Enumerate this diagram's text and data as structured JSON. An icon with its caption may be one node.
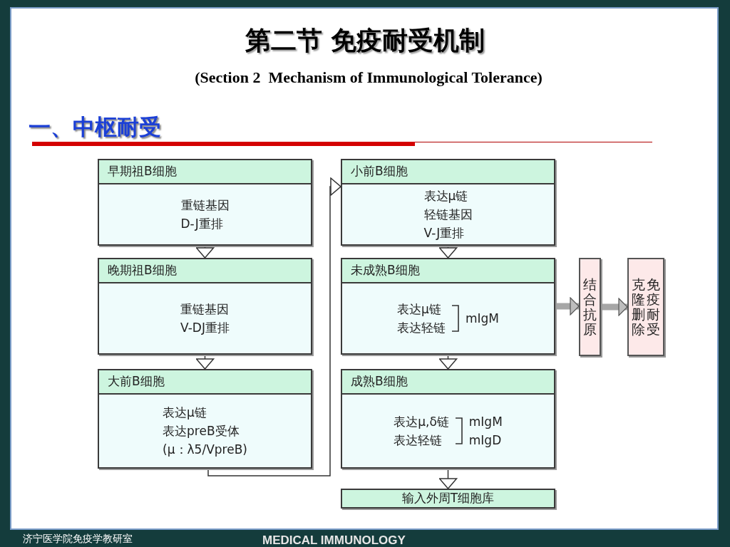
{
  "diagram": {
    "title": "第二节  免疫耐受机制",
    "nodes": [
      {
        "text": [
          "早期祖B细胞",
          "重链基因",
          "D-J重排"
        ]
      },
      {
        "text": [
          "晚期祖B细胞",
          "重链基因",
          "V-DJ重排"
        ]
      },
      {
        "text": [
          "大前B细胞",
          "表达μ链",
          "表达preB受体",
          "(μ：λ5/VpreB)"
        ]
      },
      {
        "text": [
          "小前B细胞",
          "表达μ链",
          "轻链基因",
          "V-J重排"
        ]
      },
      {
        "text": [
          "未成熟B细胞",
          "表达μ链",
          "表达轻链",
          "mIgM"
        ]
      },
      {
        "text": [
          "成熟B细胞",
          "表达μ,δ链",
          "表达轻链",
          "mIgM",
          "mIgD"
        ]
      },
      {
        "text": [
          "输入外周T细胞库"
        ]
      },
      {
        "text": [
          "结合抗原"
        ]
      },
      {
        "text": [
          "克隆删除",
          "免疫耐受"
        ]
      }
    ],
    "edges": [
      {
        "from": 0,
        "to": 1,
        "arrow": "to"
      },
      {
        "from": 1,
        "to": 2,
        "arrow": "to"
      },
      {
        "from": 2,
        "to": 3,
        "arrow": "to"
      },
      {
        "from": 3,
        "to": 4,
        "arrow": "to"
      },
      {
        "from": 4,
        "to": 5,
        "arrow": "to"
      },
      {
        "from": 5,
        "to": 6,
        "arrow": "to"
      },
      {
        "from": 4,
        "to": 7,
        "arrow": "to",
        "style": "thick",
        "color": "#a6a6a6"
      },
      {
        "from": 7,
        "to": 8,
        "arrow": "to",
        "style": "thick",
        "color": "#a6a6a6"
      }
    ],
    "labels": [
      "(Section 2  Mechanism of Immunological Tolerance)",
      "一、中枢耐受",
      "济宁医学院免疫学教研室",
      "MEDICAL IMMUNOLOGY"
    ]
  }
}
